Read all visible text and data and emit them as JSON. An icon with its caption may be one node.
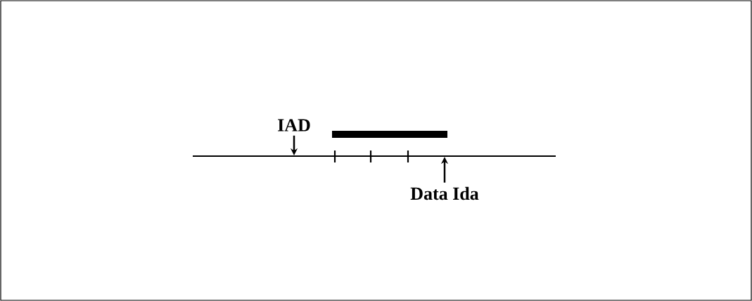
{
  "diagram": {
    "nodes": [
      {
        "text": [
          "IAD"
        ]
      },
      {
        "text": [
          "Data Ida"
        ]
      }
    ],
    "edges": [
      {
        "from": 0,
        "to": null,
        "arrow": "to"
      },
      {
        "from": 1,
        "to": null,
        "arrow": "to"
      }
    ]
  }
}
